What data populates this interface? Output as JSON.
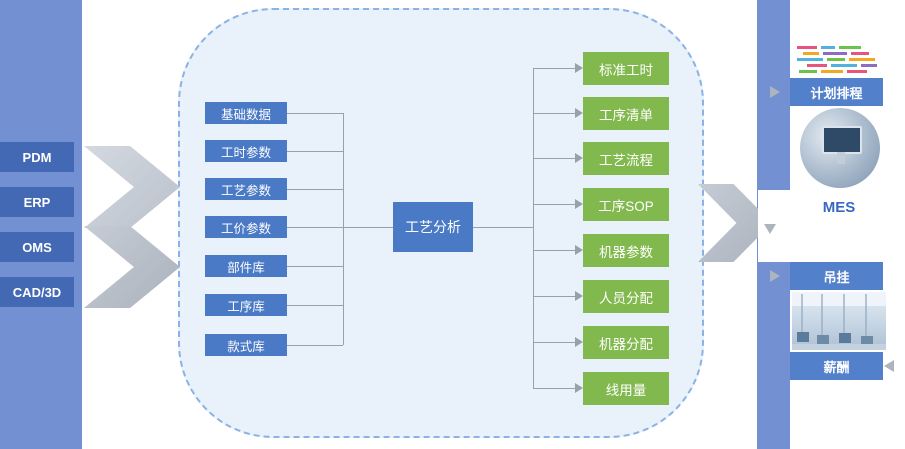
{
  "left_panel": {
    "items": [
      "PDM",
      "ERP",
      "OMS",
      "CAD/3D"
    ]
  },
  "process": {
    "inputs": [
      "基础数据",
      "工时参数",
      "工艺参数",
      "工价参数",
      "部件库",
      "工序库",
      "款式库"
    ],
    "core": "工艺分析",
    "outputs": [
      "标准工时",
      "工序清单",
      "工艺流程",
      "工序SOP",
      "机器参数",
      "人员分配",
      "机器分配",
      "线用量"
    ]
  },
  "right_panel": {
    "scheduling": "计划排程",
    "mes": "MES",
    "hanging": "吊挂",
    "salary": "薪酬"
  },
  "images": {
    "gantt": "gantt-schedule-thumbnail",
    "machine": "machine-monitor-photo",
    "workshop": "factory-floor-photo"
  },
  "colors": {
    "strip_blue": "#7390d2",
    "left_box_blue": "#4469b4",
    "node_blue": "#4a79c6",
    "node_green": "#82b94e",
    "right_box_blue": "#5380cb",
    "center_bg": "#e9f1fb",
    "center_border": "#8ab2e4",
    "connector_gray": "#9aa0a8",
    "arrow_gray": "#bac1cb"
  }
}
